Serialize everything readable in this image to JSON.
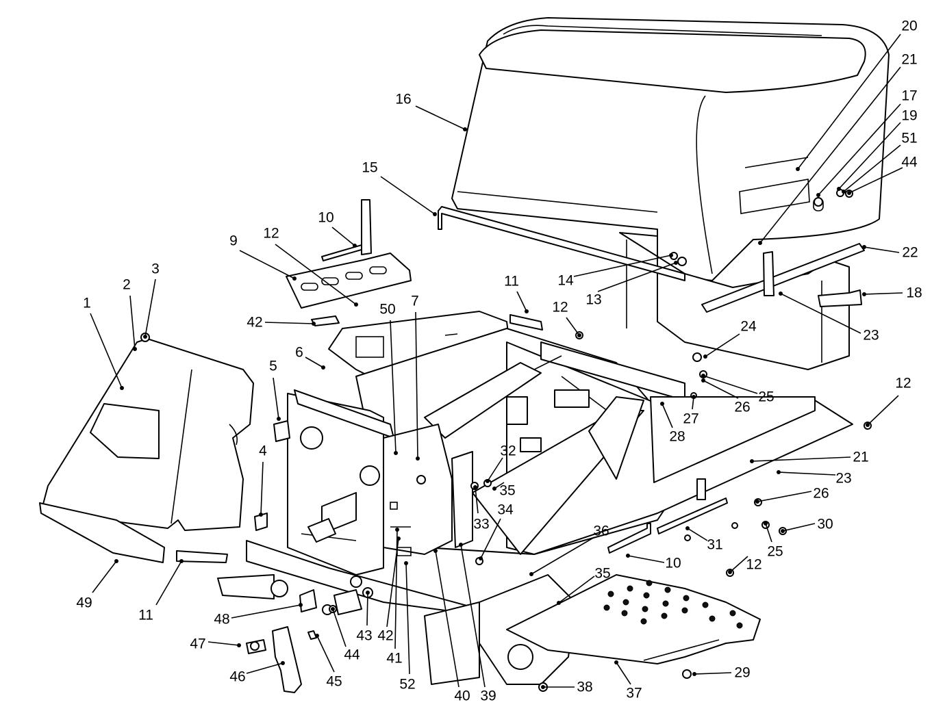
{
  "diagram": {
    "callouts": [
      {
        "id": "c1",
        "label": "1"
      },
      {
        "id": "c2",
        "label": "2"
      },
      {
        "id": "c3",
        "label": "3"
      },
      {
        "id": "c4",
        "label": "4"
      },
      {
        "id": "c5",
        "label": "5"
      },
      {
        "id": "c6",
        "label": "6"
      },
      {
        "id": "c7",
        "label": "7"
      },
      {
        "id": "c9",
        "label": "9"
      },
      {
        "id": "c10a",
        "label": "10"
      },
      {
        "id": "c10b",
        "label": "10"
      },
      {
        "id": "c11a",
        "label": "11"
      },
      {
        "id": "c11b",
        "label": "11"
      },
      {
        "id": "c12a",
        "label": "12"
      },
      {
        "id": "c12b",
        "label": "12"
      },
      {
        "id": "c12c",
        "label": "12"
      },
      {
        "id": "c12d",
        "label": "12"
      },
      {
        "id": "c13",
        "label": "13"
      },
      {
        "id": "c14",
        "label": "14"
      },
      {
        "id": "c15",
        "label": "15"
      },
      {
        "id": "c16",
        "label": "16"
      },
      {
        "id": "c17",
        "label": "17"
      },
      {
        "id": "c18",
        "label": "18"
      },
      {
        "id": "c19",
        "label": "19"
      },
      {
        "id": "c20",
        "label": "20"
      },
      {
        "id": "c21a",
        "label": "21"
      },
      {
        "id": "c21b",
        "label": "21"
      },
      {
        "id": "c22",
        "label": "22"
      },
      {
        "id": "c23a",
        "label": "23"
      },
      {
        "id": "c23b",
        "label": "23"
      },
      {
        "id": "c24",
        "label": "24"
      },
      {
        "id": "c25a",
        "label": "25"
      },
      {
        "id": "c25b",
        "label": "25"
      },
      {
        "id": "c26a",
        "label": "26"
      },
      {
        "id": "c26b",
        "label": "26"
      },
      {
        "id": "c27",
        "label": "27"
      },
      {
        "id": "c28",
        "label": "28"
      },
      {
        "id": "c29",
        "label": "29"
      },
      {
        "id": "c30",
        "label": "30"
      },
      {
        "id": "c31",
        "label": "31"
      },
      {
        "id": "c32",
        "label": "32"
      },
      {
        "id": "c33",
        "label": "33"
      },
      {
        "id": "c34",
        "label": "34"
      },
      {
        "id": "c35a",
        "label": "35"
      },
      {
        "id": "c35b",
        "label": "35"
      },
      {
        "id": "c36",
        "label": "36"
      },
      {
        "id": "c37",
        "label": "37"
      },
      {
        "id": "c38",
        "label": "38"
      },
      {
        "id": "c39",
        "label": "39"
      },
      {
        "id": "c40",
        "label": "40"
      },
      {
        "id": "c41",
        "label": "41"
      },
      {
        "id": "c42a",
        "label": "42"
      },
      {
        "id": "c42b",
        "label": "42"
      },
      {
        "id": "c43",
        "label": "43"
      },
      {
        "id": "c44a",
        "label": "44"
      },
      {
        "id": "c44b",
        "label": "44"
      },
      {
        "id": "c45",
        "label": "45"
      },
      {
        "id": "c46",
        "label": "46"
      },
      {
        "id": "c47",
        "label": "47"
      },
      {
        "id": "c48",
        "label": "48"
      },
      {
        "id": "c49",
        "label": "49"
      },
      {
        "id": "c50",
        "label": "50"
      },
      {
        "id": "c51",
        "label": "51"
      },
      {
        "id": "c52",
        "label": "52"
      }
    ]
  }
}
